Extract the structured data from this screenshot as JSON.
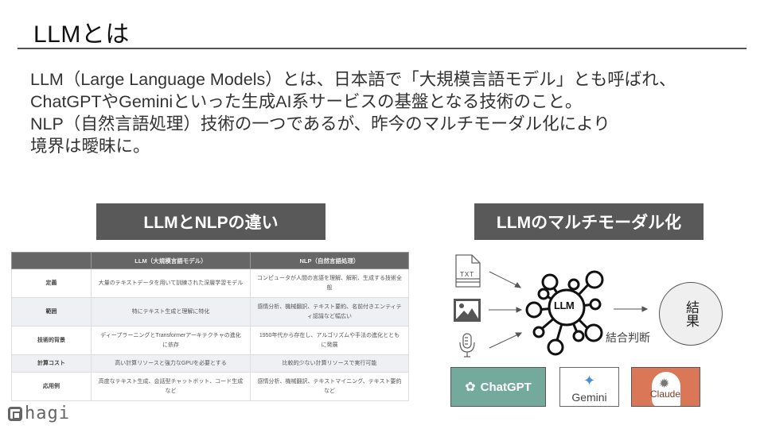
{
  "slide": {
    "title": "LLMとは",
    "intro_lines": [
      "LLM（Large Language Models）とは、日本語で「大規模言語モデル」とも呼ばれ、",
      "ChatGPTやGeminiといった生成AI系サービスの基盤となる技術のこと。",
      "NLP（自然言語処理）技術の一つであるが、昨今のマルチモーダル化により",
      "境界は曖昧に。"
    ]
  },
  "left_section": {
    "header": "LLMとNLPの違い",
    "table": {
      "columns": [
        "",
        "LLM（大規模言語モデル）",
        "NLP（自然言語処理）"
      ],
      "rows": [
        {
          "label": "定義",
          "llm": "大量のテキストデータを用いて訓練された深層学習モデル",
          "nlp": "コンピュータが人間の言語を理解、解釈、生成する技術全般"
        },
        {
          "label": "範囲",
          "llm": "特にテキスト生成と理解に特化",
          "nlp": "感情分析、機械翻訳、テキスト要約、名前付きエンティティ認識など幅広い"
        },
        {
          "label": "技術的背景",
          "llm": "ディープラーニングとTransformerアーキテクチャの進化に依存",
          "nlp": "1950年代から存在し、アルゴリズムや手法の進化とともに発展"
        },
        {
          "label": "計算コスト",
          "llm": "高い計算リソースと強力なGPUを必要とする",
          "nlp": "比較的少ない計算リソースで実行可能"
        },
        {
          "label": "応用例",
          "llm": "高度なテキスト生成、会話型チャットボット、コード生成など",
          "nlp": "感情分析、機械翻訳、テキストマイニング、テキスト要約など"
        }
      ]
    }
  },
  "right_section": {
    "header": "LLMのマルチモーダル化",
    "diagram": {
      "inputs": [
        {
          "icon": "text-file-icon",
          "label": "TXT"
        },
        {
          "icon": "image-icon"
        },
        {
          "icon": "microphone-icon"
        }
      ],
      "core_label": "LLM",
      "combine_label": "結合判断",
      "result_label": "結果"
    },
    "services": [
      {
        "name": "ChatGPT",
        "color": "#74aa9c"
      },
      {
        "name": "Gemini",
        "color": "#ffffff"
      },
      {
        "name": "Claude",
        "color": "#d97757"
      }
    ]
  },
  "footer": {
    "logo_text": "hagi"
  }
}
